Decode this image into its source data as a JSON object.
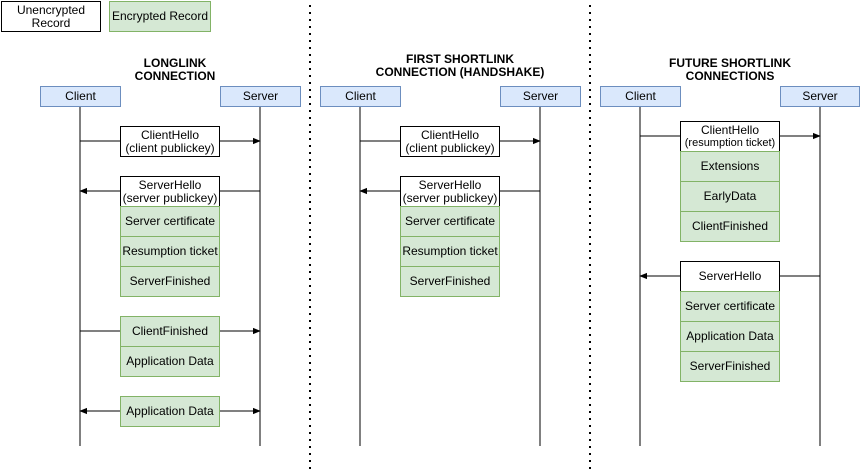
{
  "legend": {
    "unencrypted": "Unencrypted Record",
    "encrypted": "Encrypted Record"
  },
  "longlink": {
    "title_line1": "LONGLINK",
    "title_line2": "CONNECTION",
    "client": "Client",
    "server": "Server",
    "client_hello_1": "ClientHello",
    "client_hello_2": "(client publickey)",
    "server_hello_1": "ServerHello",
    "server_hello_2": "(server publickey)",
    "server_certificate": "Server certificate",
    "resumption_ticket": "Resumption ticket",
    "server_finished": "ServerFinished",
    "client_finished": "ClientFinished",
    "application_data_1": "Application Data",
    "application_data_2": "Application Data"
  },
  "first_shortlink": {
    "title_line1": "FIRST SHORTLINK",
    "title_line2": "CONNECTION (HANDSHAKE)",
    "client": "Client",
    "server": "Server",
    "client_hello_1": "ClientHello",
    "client_hello_2": "(client publickey)",
    "server_hello_1": "ServerHello",
    "server_hello_2": "(server publickey)",
    "server_certificate": "Server certificate",
    "resumption_ticket": "Resumption ticket",
    "server_finished": "ServerFinished"
  },
  "future_shortlink": {
    "title_line1": "FUTURE SHORTLINK",
    "title_line2": "CONNECTIONS",
    "client": "Client",
    "server": "Server",
    "client_hello_1": "ClientHello",
    "client_hello_2": "(resumption ticket)",
    "extensions": "Extensions",
    "early_data": "EarlyData",
    "client_finished": "ClientFinished",
    "server_hello": "ServerHello",
    "server_certificate": "Server certificate",
    "application_data": "Application Data",
    "server_finished": "ServerFinished"
  },
  "colors": {
    "encrypted_fill": "#d5e8d4",
    "encrypted_stroke": "#82b366",
    "actor_fill": "#dae8fc",
    "actor_stroke": "#6c8ebf"
  }
}
